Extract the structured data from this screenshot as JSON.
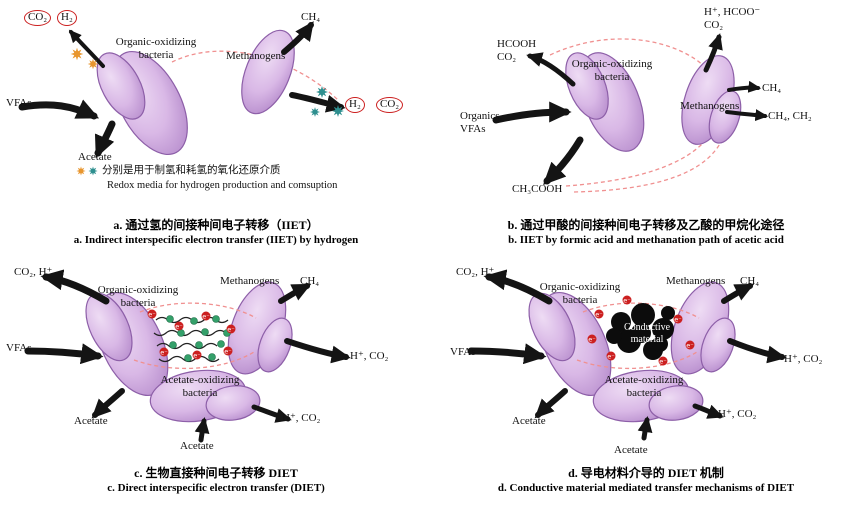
{
  "symbols": {
    "electron": "e⁻"
  },
  "colors": {
    "cell_fill_light": "#eedcf4",
    "cell_fill": "#d9b8e6",
    "cell_fill_dark": "#b287c9",
    "cell_stroke": "#8d5fa8",
    "arrow": "#141414",
    "dashed_line": "#f09090",
    "electron_red": "#cc2020",
    "green_dot": "#34a06a",
    "orange_star": "#e8962e",
    "teal_star": "#2e8f8f",
    "conductive_black": "#0c0c0c",
    "red_circle": "#cc2020"
  },
  "panels": {
    "a": {
      "labels": {
        "co2_top": "CO₂",
        "h2_top": "H₂",
        "bacteria": "Organic-oxidizing bacteria",
        "methanogens": "Methanogens",
        "ch4": "CH₄",
        "vfas": "VFAs",
        "acetate": "Acetate",
        "h2_right": "H₂",
        "co2_right": "CO₂",
        "legend_zh": "分别是用于制氢和耗氢的氧化还原介质",
        "legend_en": "Redox media for hydrogen production and comsuption"
      },
      "caption_zh": "a. 通过氢的间接种间电子转移（IIET）",
      "caption_en": "a. Indirect interspecific electron transfer (IIET) by hydrogen"
    },
    "b": {
      "labels": {
        "products_top": "H⁺, HCOO⁻\nCO₂",
        "formic": "HCOOH\nCO₂",
        "bacteria": "Organic-oxidizing bacteria",
        "methanogens": "Methanogens",
        "ch4": "CH₄",
        "ch4_ch2": "CH₄, CH₂",
        "organics": "Organics,\nVFAs",
        "acetic": "CH₃COOH"
      },
      "caption_zh": "b. 通过甲酸的间接种间电子转移及乙酸的甲烷化途径",
      "caption_en": "b. IIET by formic acid and methanation path of acetic acid"
    },
    "c": {
      "labels": {
        "co2_h": "CO₂, H⁺",
        "bacteria": "Organic-oxidizing bacteria",
        "methanogens": "Methanogens",
        "ch4": "CH₄",
        "vfas": "VFAs",
        "acetate_oxidizing": "Acetate-oxidizing bacteria",
        "acetate_left": "Acetate",
        "acetate_bottom": "Acetate",
        "h_co2_right": "H⁺, CO₂",
        "h_co2_bottom": "H⁺, CO₂"
      },
      "caption_zh": "c. 生物直接种间电子转移 DIET",
      "caption_en": "c. Direct interspecific electron transfer (DIET)"
    },
    "d": {
      "labels": {
        "co2_h": "CO₂, H⁺",
        "bacteria": "Organic-oxidizing bacteria",
        "methanogens": "Methanogens",
        "ch4": "CH₄",
        "vfas": "VFAs",
        "conductive": "Conductive material",
        "acetate_oxidizing": "Acetate-oxidizing bacteria",
        "acetate_left": "Acetate",
        "acetate_bottom": "Acetate",
        "h_co2_right": "H⁺, CO₂",
        "h_co2_bottom": "H⁺, CO₂"
      },
      "caption_zh": "d. 导电材料介导的 DIET 机制",
      "caption_en": "d. Conductive material mediated transfer mechanisms of DIET"
    }
  }
}
